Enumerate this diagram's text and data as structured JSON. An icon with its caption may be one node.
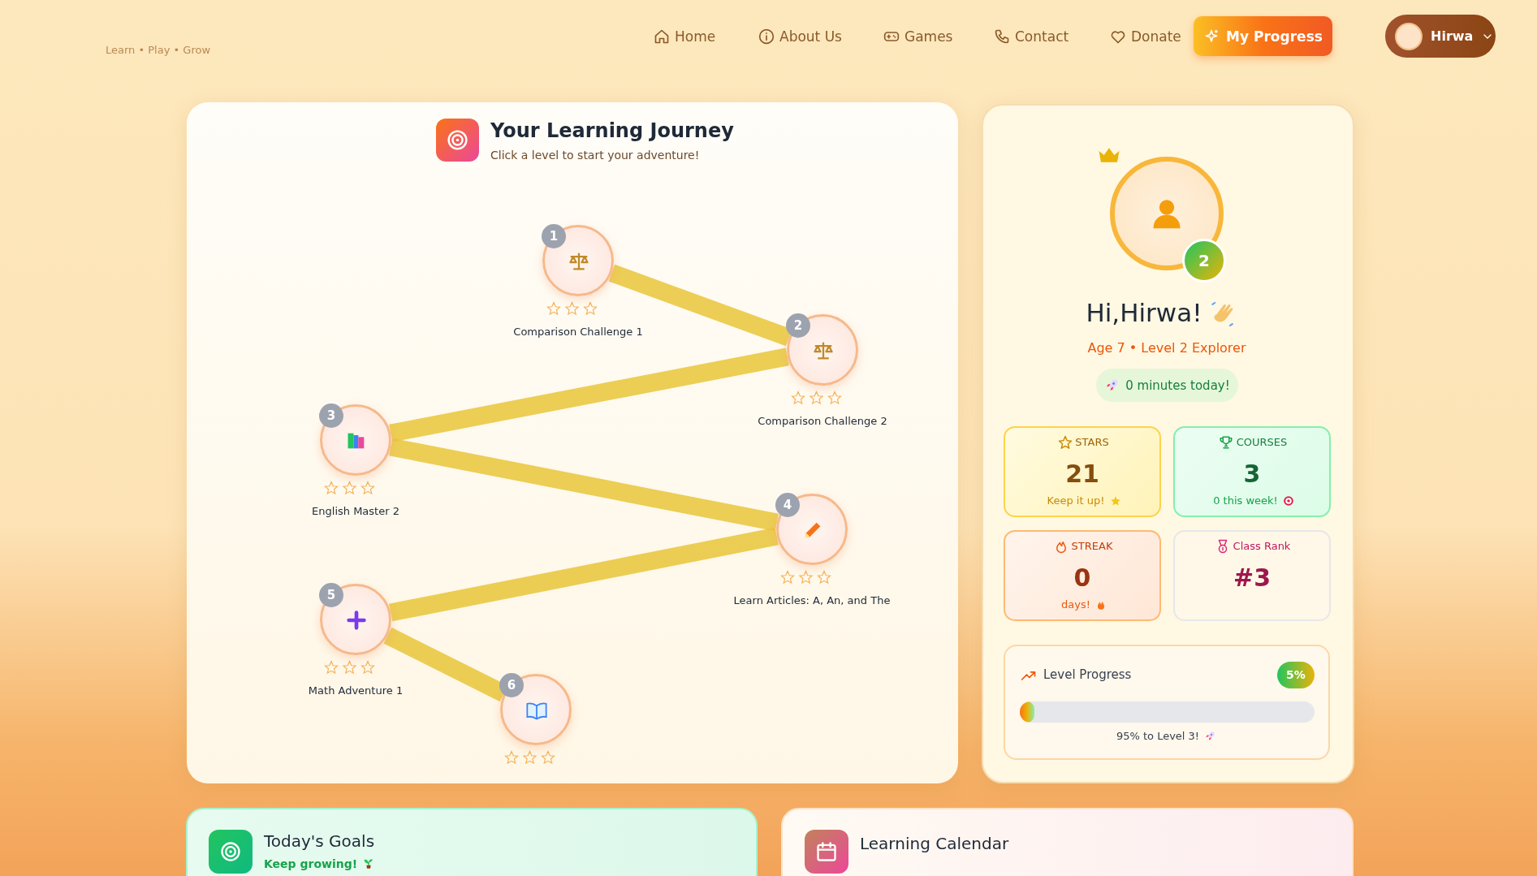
{
  "diagram": {
    "nodes": [
      {
        "text": [
          "1"
        ],
        "beside": [
          "Comparison Challenge 1"
        ]
      },
      {
        "text": [
          "2"
        ],
        "beside": [
          "Comparison Challenge 2"
        ]
      },
      {
        "text": [
          "3"
        ],
        "beside": [
          "English Master 2"
        ]
      },
      {
        "text": [
          "4"
        ],
        "beside": [
          "Learn Articles: A, An, and The"
        ]
      },
      {
        "text": [
          "5"
        ],
        "beside": [
          "Math Adventure 1"
        ]
      },
      {
        "text": [
          "6"
        ]
      }
    ],
    "edges": [
      {
        "from": 0,
        "to": 1,
        "arrow": "none"
      },
      {
        "from": 1,
        "to": 2,
        "arrow": "none"
      },
      {
        "from": 2,
        "to": 3,
        "arrow": "none"
      },
      {
        "from": 3,
        "to": 4,
        "arrow": "none"
      },
      {
        "from": 4,
        "to": 5,
        "arrow": "none"
      }
    ],
    "labels": [
      "Learn • Play • Grow",
      "Home",
      "About Us",
      "Games",
      "Contact",
      "Donate",
      "My Progress",
      "Hirwa",
      "Your Learning Journey",
      "Click a level to start your adventure!",
      "2",
      "Hi,Hirwa!",
      "Age 7 • Level 2 Explorer",
      "0 minutes today!",
      "STARS",
      "21",
      "Keep it up!",
      "COURSES",
      "3",
      "0 this week!",
      "STREAK",
      "0",
      "days!",
      "Class Rank",
      "#3",
      "Level Progress",
      "5%",
      "95% to Level 3!",
      "Today's Goals",
      "Keep growing!",
      "Learning Calendar"
    ]
  }
}
